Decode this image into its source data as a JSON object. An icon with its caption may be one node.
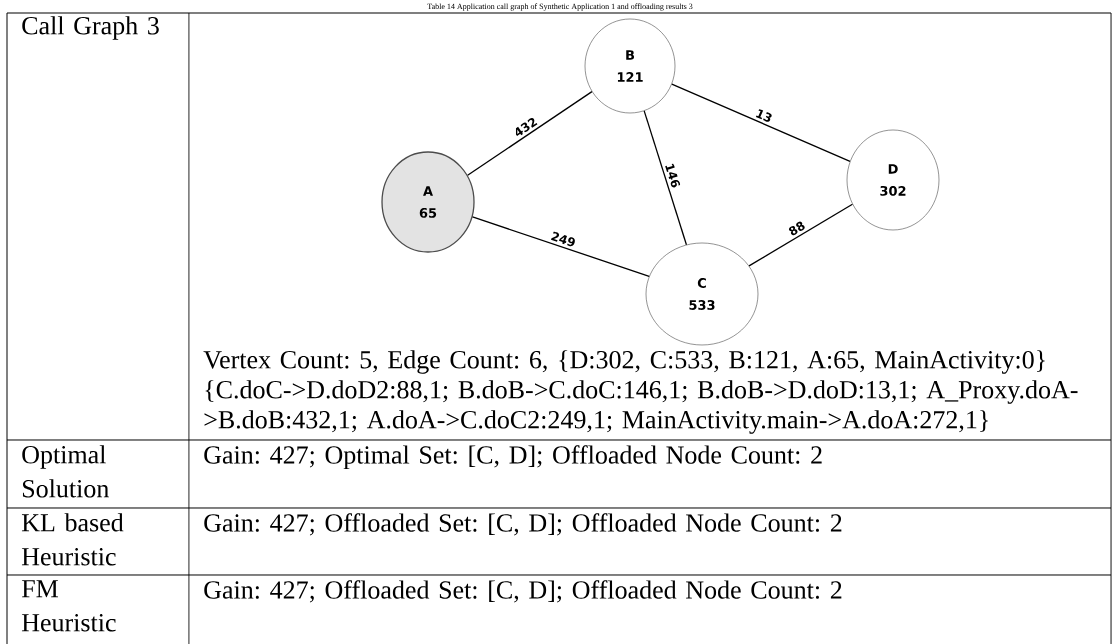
{
  "diagram": {
    "title": "Table 14 Application call graph of Synthetic Application 1 and offloading results 3",
    "nodes": [
      {
        "text": [
          "A",
          "65"
        ]
      },
      {
        "text": [
          "B",
          "121"
        ]
      },
      {
        "text": [
          "C",
          "533"
        ]
      },
      {
        "text": [
          "D",
          "302"
        ]
      }
    ],
    "edges": [
      {
        "from": 0,
        "to": 1,
        "arrow": "none",
        "label": "432"
      },
      {
        "from": 1,
        "to": 3,
        "arrow": "none",
        "label": "13"
      },
      {
        "from": 1,
        "to": 2,
        "arrow": "none",
        "label": "146"
      },
      {
        "from": 0,
        "to": 2,
        "arrow": "none",
        "label": "249"
      },
      {
        "from": 2,
        "to": 3,
        "arrow": "none",
        "label": "88"
      }
    ],
    "labels": [
      "Call Graph 3",
      "Vertex Count: 5, Edge Count: 6,  {D:302, C:533, B:121, A:65, MainActivity:0}",
      "{C.doC->D.doD2:88,1; B.doB->C.doC:146,1; B.doB->D.doD:13,1; A_Proxy.doA->B.doB:432,1; A.doA->C.doC2:249,1; MainActivity.main->A.doA:272,1}",
      "Optimal Solution",
      "Gain: 427; Optimal Set: [C, D]; Offloaded Node Count: 2",
      "KL based Heuristic",
      "Gain: 427; Offloaded Set: [C, D]; Offloaded Node Count: 2",
      "FM Heuristic",
      "Gain: 427; Offloaded Set: [C, D]; Offloaded Node Count: 2"
    ]
  }
}
